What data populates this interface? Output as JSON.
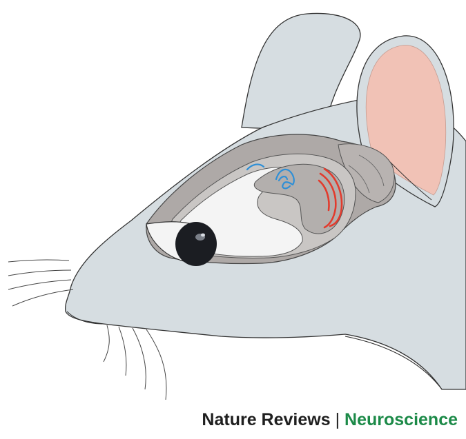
{
  "credit": {
    "publisher": "Nature Reviews",
    "separator": "|",
    "journal": "Neuroscience"
  },
  "colors": {
    "skin": "#d6dde1",
    "outline": "#333333",
    "ear_inner": "#f1c2b6",
    "brain_shadow": "#aea9a7",
    "brain_mid": "#c9c6c4",
    "brain_light": "#f4f4f4",
    "eye": "#1b1d22",
    "blue_structure": "#2f8fd6",
    "red_structure": "#e23b2d",
    "publisher_text": "#1f1f1f",
    "journal_text": "#1c8a48"
  },
  "icons": [
    "mouse-head-illustration",
    "exposed-brain",
    "blue-structure-icon",
    "red-structure-icon",
    "eye-icon",
    "whiskers"
  ]
}
